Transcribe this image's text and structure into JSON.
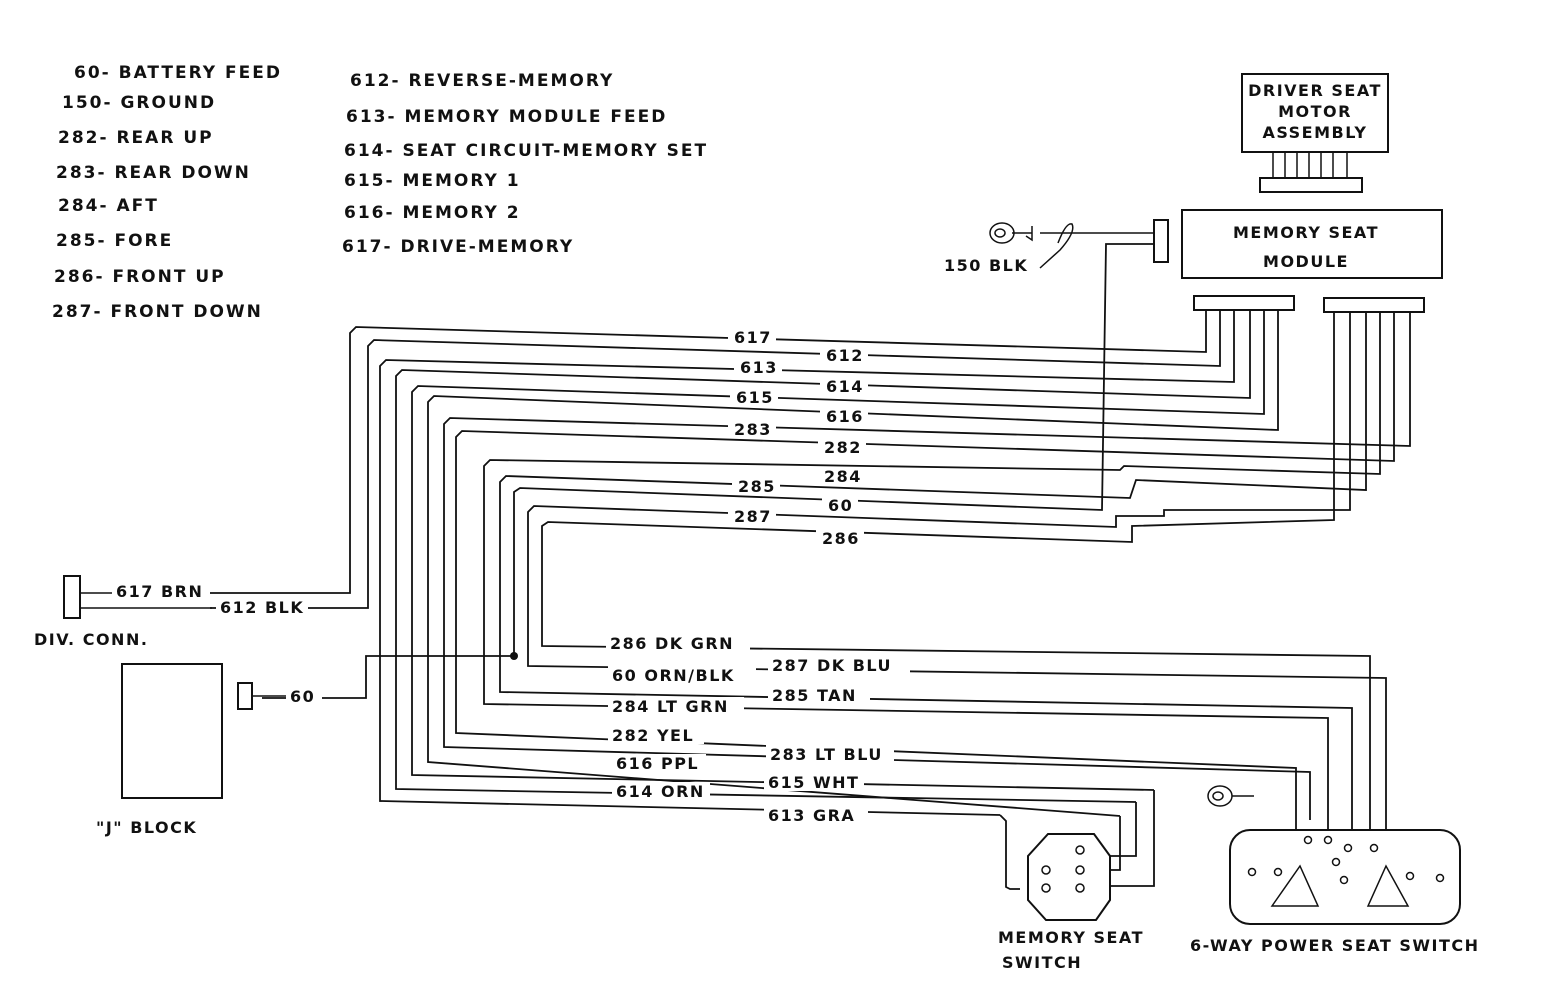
{
  "legend_left": [
    "60- BATTERY FEED",
    "150- GROUND",
    "282- REAR UP",
    "283- REAR DOWN",
    "284- AFT",
    "285- FORE",
    "286- FRONT UP",
    "287- FRONT DOWN"
  ],
  "legend_right": [
    "612- REVERSE-MEMORY",
    "613- MEMORY MODULE FEED",
    "614- SEAT CIRCUIT-MEMORY SET",
    "615- MEMORY 1",
    "616- MEMORY 2",
    "617- DRIVE-MEMORY"
  ],
  "components": {
    "motor_line1": "DRIVER SEAT",
    "motor_line2": "MOTOR",
    "motor_line3": "ASSEMBLY",
    "module_line1": "MEMORY SEAT",
    "module_line2": "MODULE",
    "ground": "150 BLK",
    "div_conn": "DIV. CONN.",
    "j_block": "\"J\" BLOCK",
    "feed_60": "60",
    "mem_switch_line1": "MEMORY SEAT",
    "mem_switch_line2": "SWITCH",
    "power_switch": "6-WAY POWER SEAT SWITCH"
  },
  "div_conn_wires": [
    "617 BRN",
    "612 BLK"
  ],
  "upper_wire_labels": [
    "617",
    "612",
    "613",
    "614",
    "615",
    "616",
    "283",
    "282",
    "284",
    "285",
    "60",
    "287",
    "286"
  ],
  "lower_wire_labels": [
    "286 DK GRN",
    "287 DK BLU",
    "60 ORN/BLK",
    "285 TAN",
    "284 LT GRN",
    "282 YEL",
    "283 LT BLU",
    "616 PPL",
    "615 WHT",
    "614 ORN",
    "613 GRA"
  ]
}
